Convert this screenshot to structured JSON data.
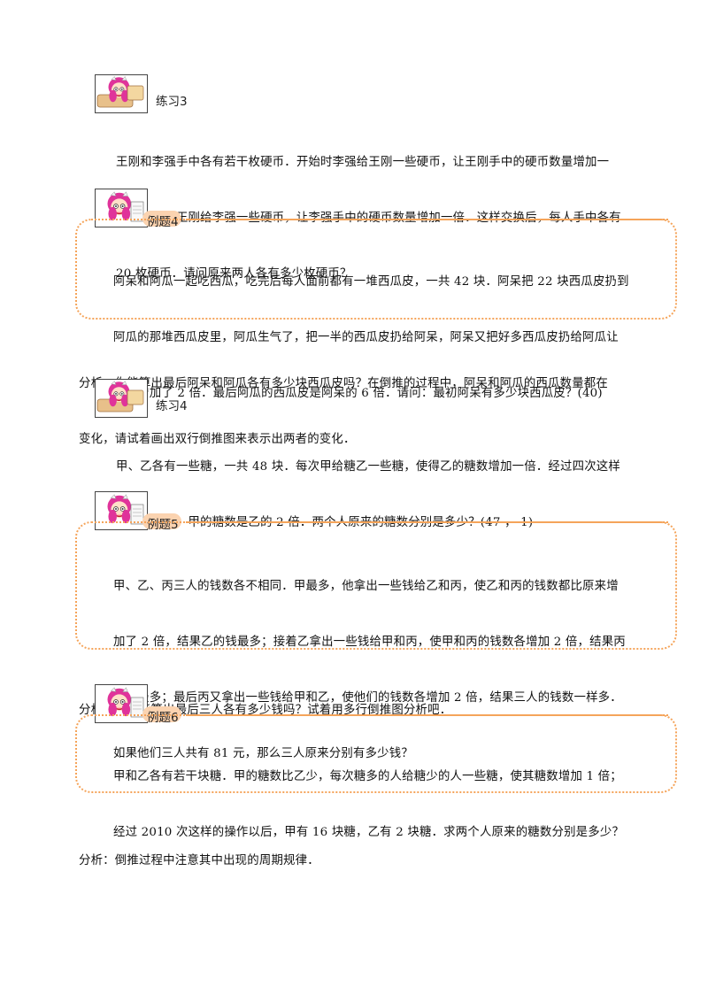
{
  "practice3": {
    "label": "练习3",
    "lines": [
      "王刚和李强手中各有若干枚硬币．开始时李强给王刚一些硬币，让王刚手中的硬币数量增加一",
      "倍；然后，王刚给李强一些硬币，让李强手中的硬币数量增加一倍．这样交换后，每人手中各有",
      "20 枚硬币．请问原来两人各有多少枚硬币？"
    ]
  },
  "example4": {
    "label": "例题4",
    "lines": [
      "阿呆和阿瓜一起吃西瓜，吃完后每人面前都有一堆西瓜皮，一共 42 块．阿呆把 22 块西瓜皮扔到",
      "阿瓜的那堆西瓜皮里，阿瓜生气了，把一半的西瓜皮扔给阿呆，阿呆又把好多西瓜皮扔给阿瓜让",
      "阿瓜增加了 2 倍．最后阿瓜的西瓜皮是阿呆的 6 倍．请问：最初阿呆有多少块西瓜皮？(40)"
    ],
    "analysis": [
      "分析：你能算出最后阿呆和阿瓜各有多少块西瓜皮吗？在倒推的过程中，阿呆和阿瓜的西瓜数量都在",
      "变化，请试着画出双行倒推图来表示出两者的变化．"
    ]
  },
  "practice4": {
    "label": "练习4",
    "lines": [
      "甲、乙各有一些糖，一共 48 块．每次甲给糖乙一些糖，使得乙的糖数增加一倍．经过四次这样",
      "的操作以后，甲的糖数是乙的 2 倍．两个人原来的糖数分别是多少？(47 ， 1)"
    ]
  },
  "example5": {
    "label": "例题5",
    "lines": [
      "甲、乙、丙三人的钱数各不相同．甲最多，他拿出一些钱给乙和丙，使乙和丙的钱数都比原来增",
      "加了 2 倍，结果乙的钱最多；接着乙拿出一些钱给甲和丙，使甲和丙的钱数各增加 2 倍，结果丙",
      "的钱最多；最后丙又拿出一些钱给甲和乙，使他们的钱数各增加 2 倍，结果三人的钱数一样多．",
      "如果他们三人共有 81 元，那么三人原来分别有多少钱？"
    ],
    "analysis": [
      "分析：大家能算出最后三人各有多少钱吗？试着用多行倒推图分析吧．"
    ]
  },
  "example6": {
    "label": "例题6",
    "lines": [
      "甲和乙各有若干块糖．甲的糖数比乙少，每次糖多的人给糖少的人一些糖，使其糖数增加 1 倍；",
      "经过 2010 次这样的操作以后，甲有 16 块糖，乙有 2 块糖．求两个人原来的糖数分别是多少？"
    ],
    "analysis": [
      "分析：倒推过程中注意其中出现的周期规律．"
    ]
  },
  "colors": {
    "border": "#f5a45a",
    "tag": "#fbd3b0",
    "hair": "#e0339a"
  },
  "icons": {
    "practice": "girl-with-scroll-icon",
    "example": "girl-with-paper-icon"
  }
}
